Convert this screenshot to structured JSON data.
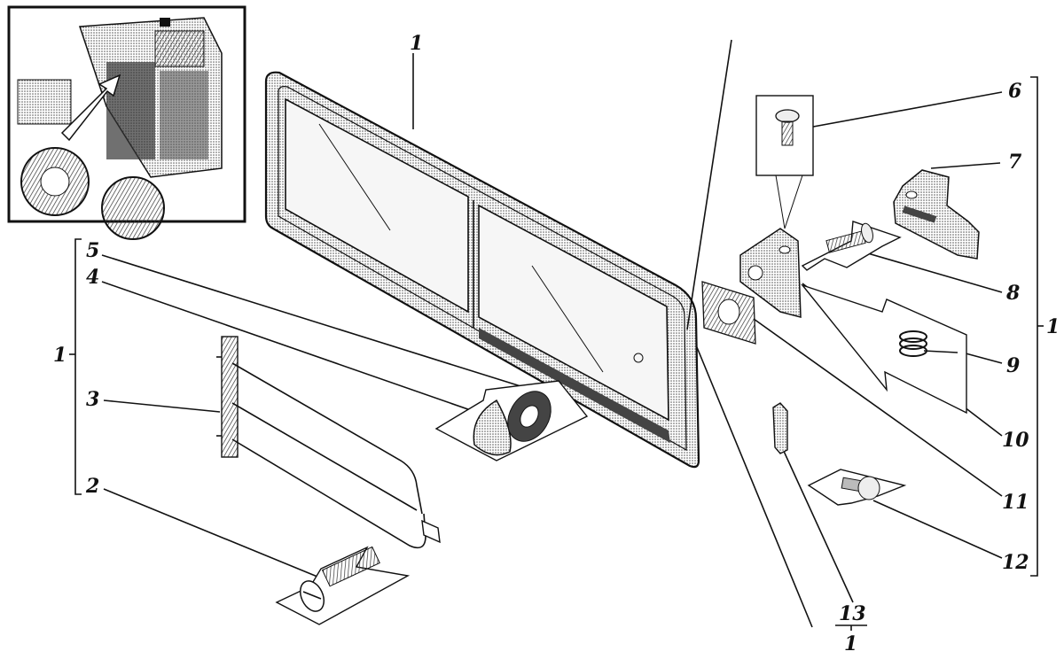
{
  "figure": {
    "title_callout": "1",
    "labels": {
      "p1_top": "1",
      "p2": "2",
      "p3": "3",
      "p4": "4",
      "p5": "5",
      "p6": "6",
      "p7": "7",
      "p8": "8",
      "p9": "9",
      "p10": "10",
      "p11": "11",
      "p12": "12",
      "p13": "13",
      "p13_sub": "1",
      "left_group": "1",
      "right_group": "1"
    }
  }
}
